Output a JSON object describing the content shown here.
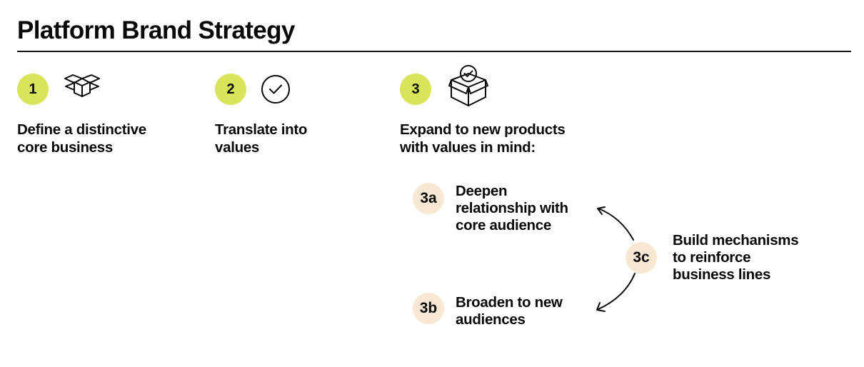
{
  "title": "Platform Brand Strategy",
  "colors": {
    "badge_green": "#d9e45a",
    "badge_peach": "#f8e7d2",
    "text": "#0a0a0a"
  },
  "steps": [
    {
      "number": "1",
      "icon": "open-box-icon",
      "text_lines": [
        "Define a distinctive",
        "core business"
      ]
    },
    {
      "number": "2",
      "icon": "check-circle-icon",
      "text_lines": [
        "Translate into",
        "values"
      ]
    },
    {
      "number": "3",
      "icon": "box-with-check-icon",
      "text_lines": [
        "Expand to new products",
        "with values in mind:"
      ]
    }
  ],
  "substeps": [
    {
      "number": "3a",
      "text_lines": [
        "Deepen",
        "relationship with",
        "core audience"
      ]
    },
    {
      "number": "3b",
      "text_lines": [
        "Broaden to new",
        "audiences"
      ]
    },
    {
      "number": "3c",
      "text_lines": [
        "Build mechanisms",
        "to reinforce",
        "business lines"
      ]
    }
  ]
}
